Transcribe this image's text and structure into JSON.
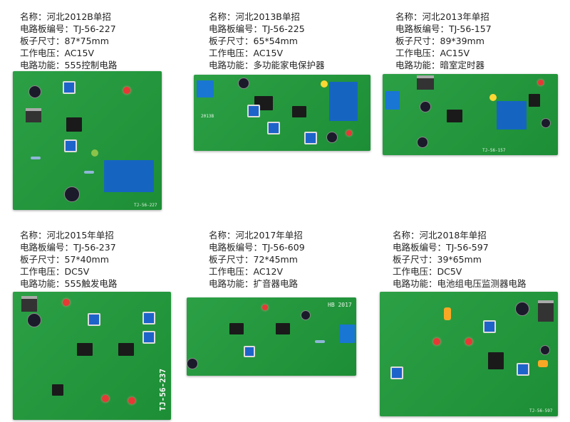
{
  "products": [
    {
      "name_label": "名称：河北2012B单招",
      "code_label": "电路板编号：TJ-56-227",
      "size_label": "板子尺寸：87*75mm",
      "voltage_label": "工作电压：AC15V",
      "function_label": "电路功能：555控制电路",
      "board_silk": "TJ-56-227"
    },
    {
      "name_label": "名称：河北2013B单招",
      "code_label": "电路板编号：TJ-56-225",
      "size_label": "板子尺寸：65*54mm",
      "voltage_label": "工作电压：AC15V",
      "function_label": "电路功能：多功能家电保护器",
      "board_silk": "2013B"
    },
    {
      "name_label": "名称：河北2013年单招",
      "code_label": "电路板编号：TJ-56-157",
      "size_label": "板子尺寸：89*39mm",
      "voltage_label": "工作电压：AC15V",
      "function_label": "电路功能：暗室定时器",
      "board_silk": "TJ-56-157"
    },
    {
      "name_label": "名称：河北2015年单招",
      "code_label": "电路板编号：TJ-56-237",
      "size_label": "板子尺寸：57*40mm",
      "voltage_label": "工作电压：DC5V",
      "function_label": "电路功能：555触发电路",
      "board_silk": "TJ-56-237"
    },
    {
      "name_label": "名称：河北2017年单招",
      "code_label": "电路板编号：TJ-56-609",
      "size_label": "板子尺寸：72*45mm",
      "voltage_label": "工作电压：AC12V",
      "function_label": "电路功能：扩音器电路",
      "board_silk": "HB 2017"
    },
    {
      "name_label": "名称：河北2018年单招",
      "code_label": "电路板编号：TJ-56-597",
      "size_label": "板子尺寸：39*65mm",
      "voltage_label": "工作电压：DC5V",
      "function_label": "电路功能：电池组电压监测器电路",
      "board_silk": "TJ-56-597"
    }
  ],
  "colors": {
    "pcb": "#1f9a3a",
    "relay": "#1565c0",
    "led_red": "#e53935"
  }
}
